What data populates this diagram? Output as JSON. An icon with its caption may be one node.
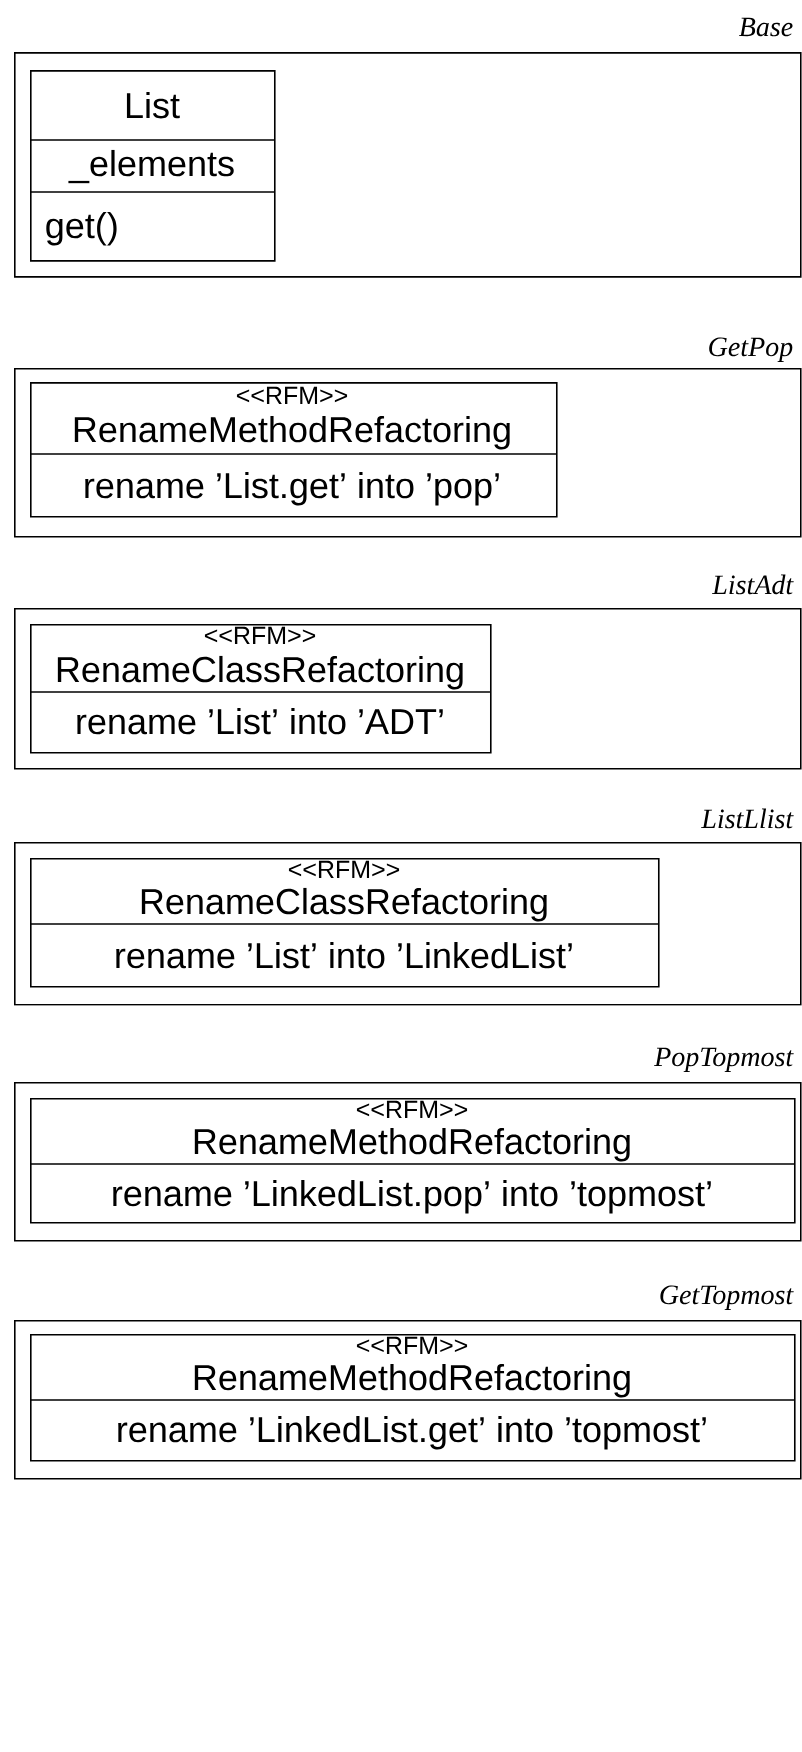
{
  "diagram": {
    "nodes": [
      {
        "text": [
          "Base"
        ]
      },
      {
        "text": [
          "List",
          "_elements",
          "get()"
        ],
        "in": 0
      },
      {
        "text": [
          "GetPop"
        ]
      },
      {
        "text": [
          "<<RFM>>",
          "RenameMethodRefactoring",
          "rename ’List.get’ into ’pop’"
        ],
        "in": 2
      },
      {
        "text": [
          "ListAdt"
        ]
      },
      {
        "text": [
          "<<RFM>>",
          "RenameClassRefactoring",
          "rename ’List’ into ’ADT’"
        ],
        "in": 4
      },
      {
        "text": [
          "ListLlist"
        ]
      },
      {
        "text": [
          "<<RFM>>",
          "RenameClassRefactoring",
          "rename ’List’ into ’LinkedList’"
        ],
        "in": 6
      },
      {
        "text": [
          "PopTopmost"
        ]
      },
      {
        "text": [
          "<<RFM>>",
          "RenameMethodRefactoring",
          "rename ’LinkedList.pop’ into ’topmost’"
        ],
        "in": 8
      },
      {
        "text": [
          "GetTopmost"
        ]
      },
      {
        "text": [
          "<<RFM>>",
          "RenameMethodRefactoring",
          "rename ’LinkedList.get’ into ’topmost’"
        ],
        "in": 10
      }
    ]
  }
}
